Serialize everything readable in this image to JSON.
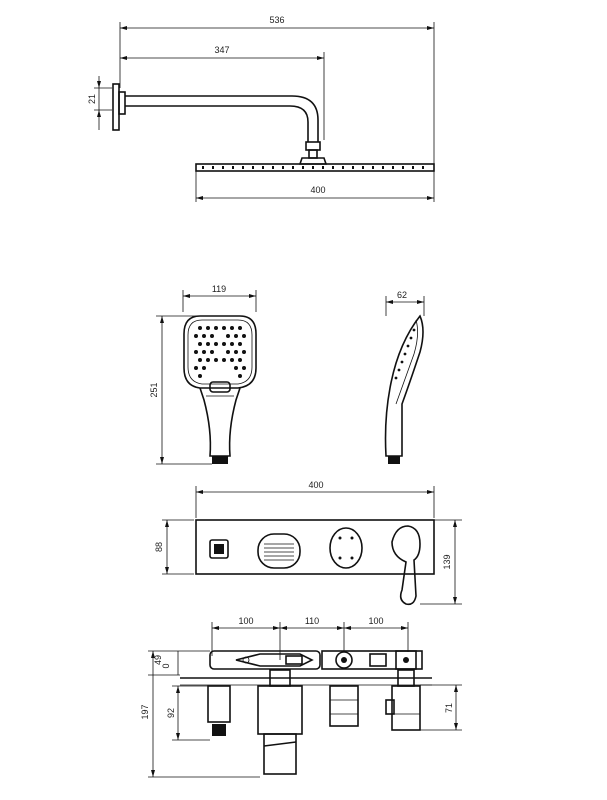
{
  "shower_head": {
    "total_reach": "536",
    "arm_length": "347",
    "flange_height": "21",
    "head_width": "400"
  },
  "hand_shower": {
    "front_width": "119",
    "length": "251",
    "side_depth": "62"
  },
  "wall_plate": {
    "width": "400",
    "plate_height": "88",
    "total_height": "139"
  },
  "body_section": {
    "spacing_left": "100",
    "spacing_middle": "110",
    "spacing_right": "100",
    "depth_min": "49",
    "depth_max": "0",
    "install_depth": "197",
    "outlet_depth": "92",
    "cartridge_depth": "71"
  }
}
